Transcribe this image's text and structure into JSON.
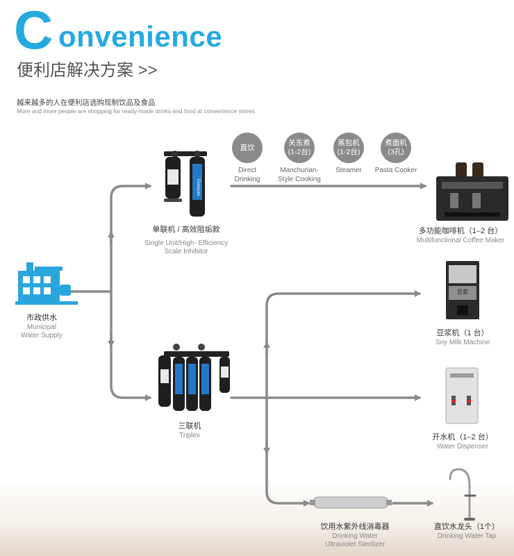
{
  "header": {
    "title_initial": "C",
    "title_rest": "onvenience",
    "subtitle": "便利店解决方案 >>",
    "desc_cn": "越来越多的人在便利店选购现制饮品及食品",
    "desc_en": "More and more people are shopping for ready-made drinks and food at convenience stores"
  },
  "colors": {
    "accent": "#25a9e0",
    "line": "#8a8a8a",
    "circle": "#8a8a8a"
  },
  "source": {
    "cn": "市政供水",
    "en1": "Municipal",
    "en2": "Water Supply",
    "icon": "building-icon"
  },
  "single_unit": {
    "cn": "单联机 / 高效阻垢款",
    "en1": "Single Unit/High- Efficiency",
    "en2": "Scale Inhibitor",
    "brand": "Everpure"
  },
  "triplex": {
    "cn": "三联机",
    "en": "Triplex"
  },
  "applications": [
    {
      "circle_l1": "直饮",
      "circle_l2": "",
      "en1": "Direct",
      "en2": "Drinking"
    },
    {
      "circle_l1": "关东煮",
      "circle_l2": "(1-2台)",
      "en1": "Manchurian-",
      "en2": "Style Cooking"
    },
    {
      "circle_l1": "蒸包机",
      "circle_l2": "(1-2台)",
      "en1": "Steamer",
      "en2": ""
    },
    {
      "circle_l1": "煮面机",
      "circle_l2": "(3孔)",
      "en1": "Pasta Cooker",
      "en2": ""
    }
  ],
  "coffee": {
    "cn": "多功能咖啡机（1–2 台）",
    "en": "Multifunctional Coffee Maker"
  },
  "soy": {
    "cn": "豆浆机（1 台）",
    "en": "Soy Milk Machine",
    "screen_text": "豆浆"
  },
  "dispenser": {
    "cn": "开水机（1–2 台）",
    "en": "Water Dispenser"
  },
  "uv": {
    "cn": "饮用水紫外线消毒器",
    "en1": "Drinking Water",
    "en2": "Ultraviolet Sterilizer"
  },
  "tap": {
    "cn": "直饮水龙头（1个）",
    "en": "Drinking Water Tap"
  }
}
